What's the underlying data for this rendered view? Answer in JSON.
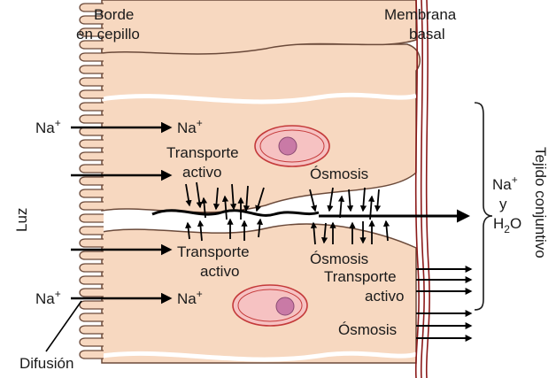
{
  "labels": {
    "brush_border_line1": "Borde",
    "brush_border_line2": "en cepillo",
    "basal_membrane_line1": "Membrana",
    "basal_membrane_line2": "basal",
    "lumen": "Luz",
    "connective_tissue": "Tejido conjuntivo",
    "na_left_top": "Na",
    "na_cell_top": "Na",
    "na_left_bottom": "Na",
    "na_cell_bottom": "Na",
    "plus": "+",
    "transport_top_1": "Transporte",
    "transport_top_2": "activo",
    "osmosis_top": "Ósmosis",
    "transport_mid_1": "Transporte",
    "transport_mid_2": "activo",
    "osmosis_mid": "Ósmosis",
    "transport_low_1": "Transporte",
    "transport_low_2": "activo",
    "osmosis_low": "Ósmosis",
    "diffusion": "Difusión",
    "right_na": "Na",
    "right_y": "y",
    "right_h": "H",
    "right_2": "2",
    "right_o": "O"
  },
  "colors": {
    "cell_fill": "#f7d8c0",
    "cell_outline": "#6b4a3a",
    "nucleus_ring": "#c43a3a",
    "nucleus_fill": "#f6c2c2",
    "nucleolus": "#c97aa6",
    "membrane": "#8b1a1a",
    "arrow": "#000000"
  }
}
